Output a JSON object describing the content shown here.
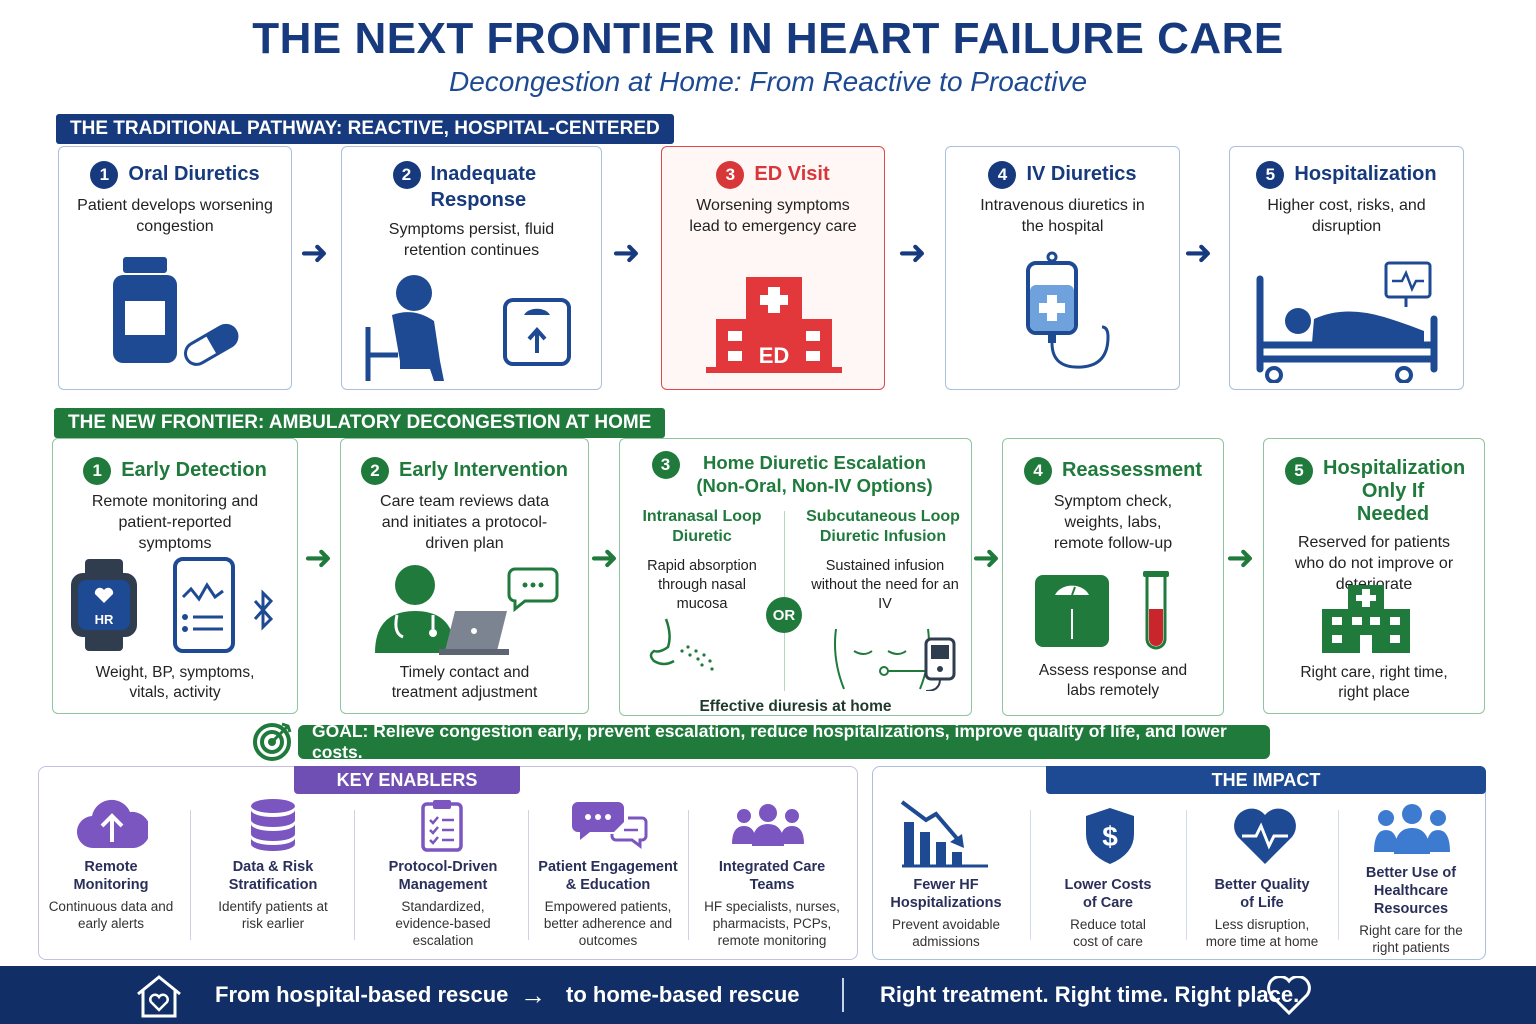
{
  "header": {
    "title": "THE NEXT FRONTIER IN HEART FAILURE CARE",
    "subtitle": "Decongestion at Home: From Reactive to Proactive"
  },
  "traditional": {
    "banner": "THE TRADITIONAL PATHWAY: REACTIVE, HOSPITAL-CENTERED",
    "steps": [
      {
        "num": "1",
        "title": "Oral Diuretics",
        "desc": "Patient develops worsening congestion",
        "icon": "pill-bottle-icon"
      },
      {
        "num": "2",
        "title": "Inadequate Response",
        "desc": "Symptoms persist, fluid retention continues",
        "icon": "worried-patient-icon"
      },
      {
        "num": "3",
        "title": "ED Visit",
        "desc": "Worsening symptoms lead to emergency care",
        "icon": "hospital-ed-icon",
        "icon_label": "ED"
      },
      {
        "num": "4",
        "title": "IV Diuretics",
        "desc": "Intravenous diuretics in the hospital",
        "icon": "iv-bag-icon"
      },
      {
        "num": "5",
        "title": "Hospitalization",
        "desc": "Higher cost, risks, and disruption",
        "icon": "hospital-bed-icon"
      }
    ]
  },
  "new_frontier": {
    "banner": "THE NEW FRONTIER: AMBULATORY DECONGESTION AT HOME",
    "steps": [
      {
        "num": "1",
        "title": "Early Detection",
        "desc": "Remote monitoring and patient-reported symptoms",
        "foot": "Weight, BP, symptoms, vitals, activity",
        "icon": "smartwatch-icon",
        "icon_label": "HR"
      },
      {
        "num": "2",
        "title": "Early Intervention",
        "desc": "Care team reviews data and initiates a protocol-driven plan",
        "foot": "Timely contact and treatment adjustment",
        "icon": "clinician-laptop-icon"
      },
      {
        "num": "3",
        "title": "Home Diuretic Escalation (Non-Oral, Non-IV Options)",
        "option_a_title": "Intranasal Loop Diuretic",
        "option_a_desc": "Rapid absorption through nasal mucosa",
        "or": "OR",
        "option_b_title": "Subcutaneous Loop Diuretic Infusion",
        "option_b_desc": "Sustained infusion without the need for an IV",
        "foot": "Effective diuresis at home"
      },
      {
        "num": "4",
        "title": "Reassessment",
        "desc": "Symptom check, weights, labs, remote follow-up",
        "foot": "Assess response and labs remotely",
        "icon": "scale-icon"
      },
      {
        "num": "5",
        "title": "Hospitalization Only If Needed",
        "desc": "Reserved for patients who do not improve or deteriorate",
        "foot": "Right care, right time, right place",
        "icon": "hospital-icon"
      }
    ]
  },
  "goal": "GOAL: Relieve congestion early, prevent escalation, reduce hospitalizations, improve quality of life, and lower costs.",
  "enablers": {
    "title": "KEY ENABLERS",
    "items": [
      {
        "title": "Remote Monitoring",
        "desc": "Continuous data and early alerts",
        "icon": "cloud-upload-icon"
      },
      {
        "title": "Data & Risk Stratification",
        "desc": "Identify patients at risk earlier",
        "icon": "database-icon"
      },
      {
        "title": "Protocol-Driven Management",
        "desc": "Standardized, evidence-based escalation",
        "icon": "clipboard-icon"
      },
      {
        "title": "Patient Engagement & Education",
        "desc": "Empowered patients, better adherence and outcomes",
        "icon": "chat-icon"
      },
      {
        "title": "Integrated Care Teams",
        "desc": "HF specialists, nurses, pharmacists, PCPs, remote monitoring",
        "icon": "team-icon"
      }
    ]
  },
  "impact": {
    "title": "THE IMPACT",
    "items": [
      {
        "title": "Fewer HF Hospitalizations",
        "desc": "Prevent avoidable admissions",
        "icon": "trend-down-icon"
      },
      {
        "title": "Lower Costs of Care",
        "desc": "Reduce total cost of care",
        "icon": "dollar-shield-icon",
        "symbol": "$"
      },
      {
        "title": "Better Quality of Life",
        "desc": "Less disruption, more time at home",
        "icon": "heart-pulse-icon"
      },
      {
        "title": "Better Use of Healthcare Resources",
        "desc": "Right care for the right patients",
        "icon": "people-icon"
      }
    ]
  },
  "footer": {
    "from": "From hospital-based rescue",
    "arrow": "→",
    "to": "to home-based rescue",
    "tagline": "Right treatment. Right time. Right place."
  },
  "colors": {
    "navy": "#163a7d",
    "green": "#1f7a3c",
    "red": "#d8373a",
    "purple": "#6f4fb3",
    "blue": "#1d5aa8"
  }
}
